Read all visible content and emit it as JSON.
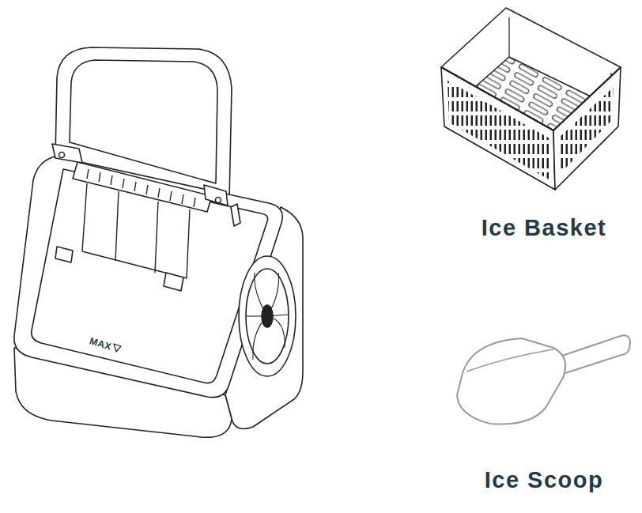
{
  "diagram": {
    "labels": [
      "MAX",
      "Ice Basket",
      "Ice Scoop"
    ]
  }
}
